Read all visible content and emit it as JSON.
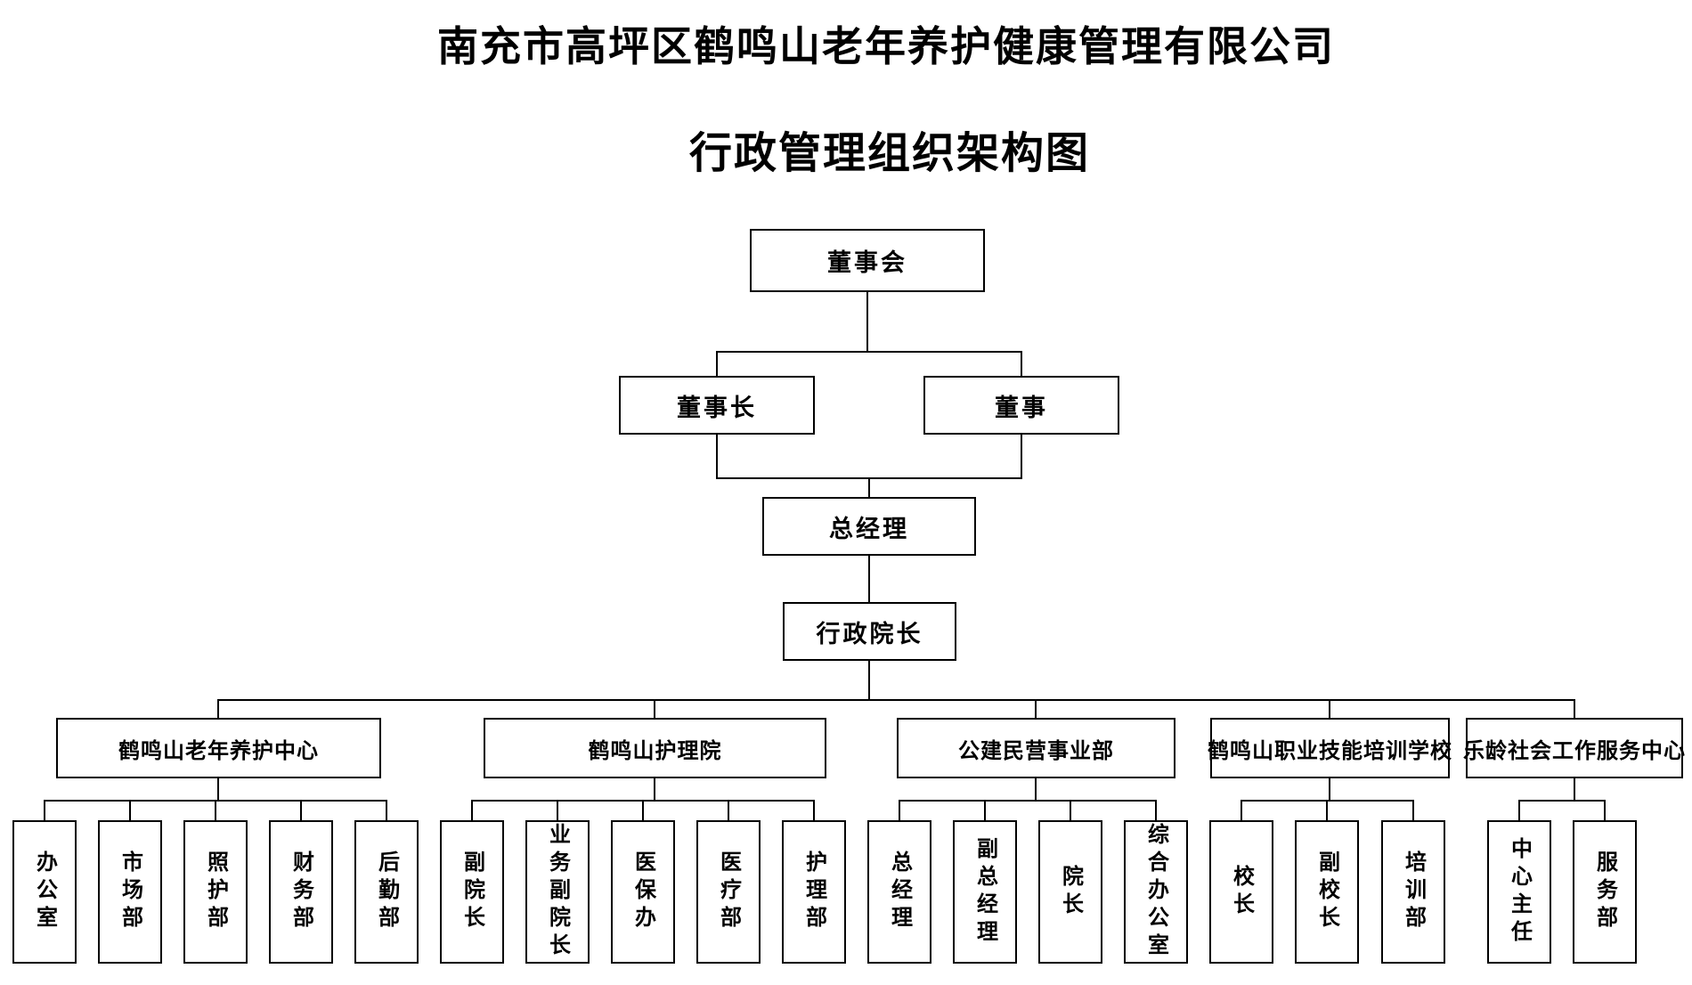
{
  "title": {
    "company": "南充市高坪区鹤鸣山老年养护健康管理有限公司",
    "chart": "行政管理组织架构图"
  },
  "org_chart": {
    "board": "董事会",
    "chairman": "董事长",
    "director": "董事",
    "general_manager": "总经理",
    "admin_dean": "行政院长",
    "branches": [
      {
        "label": "鹤鸣山老年养护中心",
        "children": [
          "办公室",
          "市场部",
          "照护部",
          "财务部",
          "后勤部"
        ]
      },
      {
        "label": "鹤鸣山护理院",
        "children": [
          "副院长",
          "业务副院长",
          "医保办",
          "医疗部",
          "护理部"
        ]
      },
      {
        "label": "公建民营事业部",
        "children": [
          "总经理",
          "副总经理",
          "院长",
          "综合办公室"
        ]
      },
      {
        "label": "鹤鸣山职业技能培训学校",
        "children": [
          "校长",
          "副校长",
          "培训部"
        ]
      },
      {
        "label": "乐龄社会工作服务中心",
        "children": [
          "中心主任",
          "服务部"
        ]
      }
    ]
  },
  "colors": {
    "background": "#ffffff",
    "line": "#000000",
    "box_border": "#000000",
    "box_background": "#ffffff",
    "text": "#000000"
  }
}
